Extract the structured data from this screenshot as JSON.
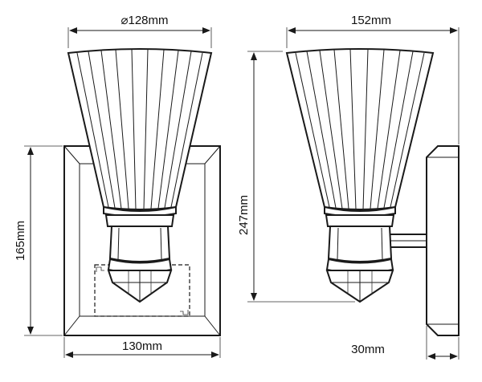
{
  "dimensions": {
    "front_shade_diameter": "⌀128mm",
    "front_backplate_height": "165mm",
    "front_backplate_width": "130mm",
    "side_shade_width": "152mm",
    "side_total_height": "247mm",
    "side_projection": "30mm"
  }
}
